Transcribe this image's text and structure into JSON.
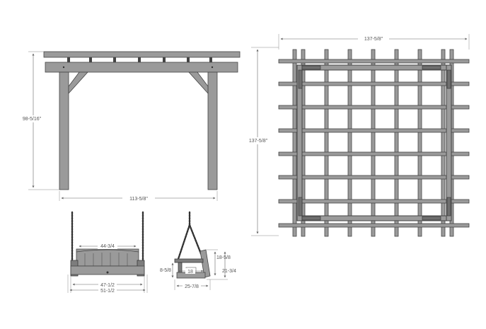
{
  "dimensions": {
    "pergola_height": "98-5/16\"",
    "pergola_width": "113-5/8\"",
    "plan_width": "137-5/8\"",
    "plan_depth": "137-5/8\"",
    "swing_back_width": "44-3/4",
    "swing_seat_width": "47-1/2",
    "swing_overall_width": "51-1/2",
    "swing_side_height": "18-5/8",
    "swing_seat_height": "8-5/8",
    "swing_overall_height": "21-3/4",
    "swing_seat_depth_inner": "18",
    "swing_overall_depth": "25-7/8"
  },
  "colors": {
    "wood": "#9a9a9a",
    "wood_dark": "#7d7d7d",
    "outline": "#444444",
    "dimension_line": "#666666"
  }
}
